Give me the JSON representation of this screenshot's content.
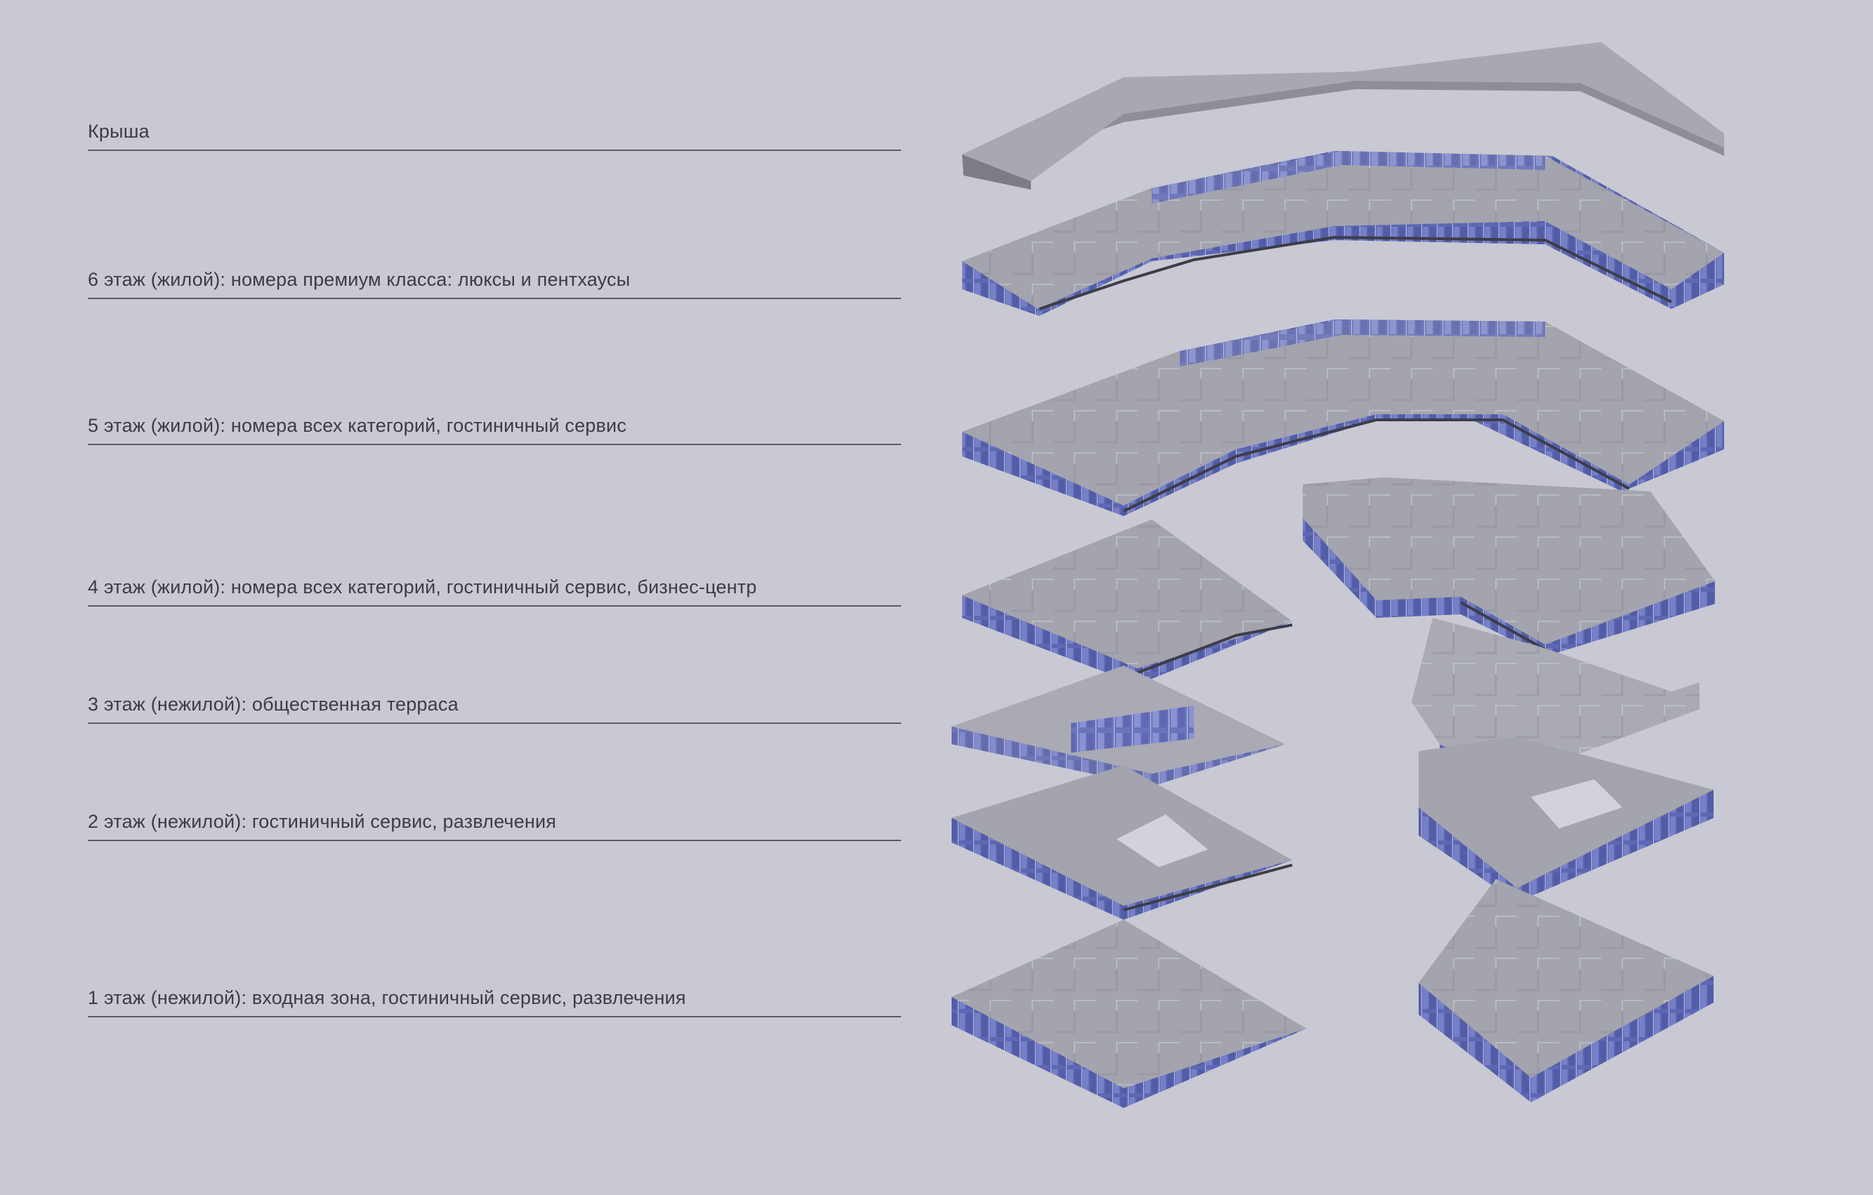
{
  "colors": {
    "background": "#c9c9d3",
    "slab_top": "#a3a4ad",
    "slab_top_light": "#b6b7bf",
    "slab_side": "#8d8e98",
    "glass": "#5d67b3",
    "glass_light": "#8b95d6",
    "label_text": "#3c3c46",
    "label_line": "#5a5a66"
  },
  "floors": [
    {
      "label": "Крыша"
    },
    {
      "label": "6 этаж (жилой): номера премиум класса: люксы и пентхаусы"
    },
    {
      "label": "5 этаж (жилой): номера всех категорий, гостиничный сервис"
    },
    {
      "label": "4 этаж (жилой): номера всех категорий, гостиничный сервис, бизнес-центр"
    },
    {
      "label": "3 этаж (нежилой): общественная терраса"
    },
    {
      "label": "2 этаж (нежилой): гостиничный сервис, развлечения"
    },
    {
      "label": "1 этаж (нежилой): входная зона, гостиничный сервис, развлечения"
    }
  ]
}
